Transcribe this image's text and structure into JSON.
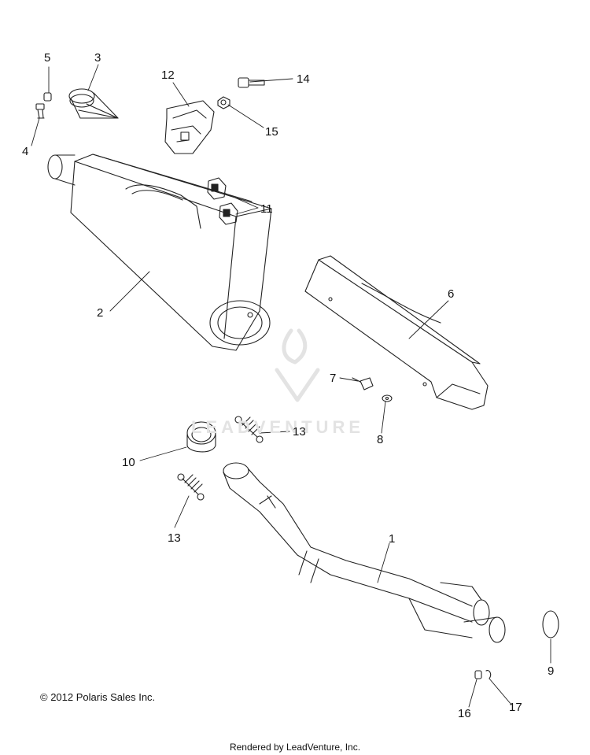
{
  "callouts": [
    "1",
    "2",
    "3",
    "4",
    "5",
    "6",
    "7",
    "8",
    "9",
    "10",
    "11",
    "13",
    "13",
    "12",
    "14",
    "15",
    "16",
    "17"
  ],
  "copyright": "© 2012 Polaris Sales Inc.",
  "rendered_by": "Rendered by LeadVenture, Inc.",
  "watermark": "LEADVENTURE"
}
